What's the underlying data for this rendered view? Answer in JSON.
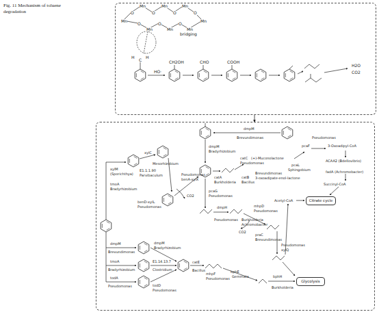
{
  "diagram": {
    "caption": "Fig. 11 Mechanism of toluene degradation",
    "nodes": [
      {
        "text": [
          "Mn",
          "O",
          "Mn",
          "O",
          "Mn",
          "O",
          "Mn",
          "O",
          "Mn",
          "O",
          "Mn",
          "O",
          "Mn",
          "O",
          "Mn",
          "bridging",
          "H",
          "C",
          "H",
          "CH2OH",
          "HO·",
          "CHO",
          "COOH",
          "H2O",
          "CO2"
        ]
      },
      {
        "text": [
          "dmpM",
          "Brevundimonas",
          "dmpM",
          "Bradyrhizobium",
          "xylM",
          "(Sporichthya)",
          "tmoA",
          "Bradyrhizobium",
          "E1.1.1.90",
          "Parvibaculum",
          "Mesorhizobium",
          "xylC",
          "Pseudomonas",
          "benA-xylX",
          "benD-xylL",
          "Pseudomonas",
          "catA",
          "Burkholderia",
          "catB",
          "Bacillus",
          "catC",
          "(+)-Muconolactone",
          "Pseudomonas",
          "pcaL",
          "Sphingobium",
          "Brevundimonas",
          "3-oxoadipate-enol-lactone",
          "Pseudomonas",
          "pcaF",
          "3-Oxoadipyl-CoA",
          "ACAA2 (Bdellovibrio)",
          "fadA (Achromobacter)",
          "Succinyl-CoA",
          "Acetyl-CoA",
          "pcaG",
          "Pseudomonas",
          "dmpH",
          "Pseudomonas",
          "mhpD",
          "Pseudomonas",
          "Burkholderia",
          "Achromobacter",
          "praC",
          "Brevundimonas",
          "Pseudomonas",
          "xylQ",
          "bphH",
          "Burkholderia",
          "bphE",
          "Gemmata",
          "mhpF",
          "Pseudomonas",
          "dmpM",
          "Brevundimonas",
          "dmpM",
          "Bradyrhizobium",
          "tmoA",
          "Bradyrhizobium",
          "E1.14.13.7",
          "Clostridium",
          "todA",
          "Pseudomonas",
          "todD",
          "Pseudomonas",
          "catE",
          "Bacillus",
          "CO2",
          "CO2"
        ]
      },
      {
        "text": [
          "Citrate cycle"
        ],
        "in": 1
      },
      {
        "text": [
          "Glycolysis"
        ],
        "in": 1
      }
    ],
    "edges": [
      {
        "from": 0,
        "to": 1,
        "arrow": "to"
      }
    ]
  }
}
